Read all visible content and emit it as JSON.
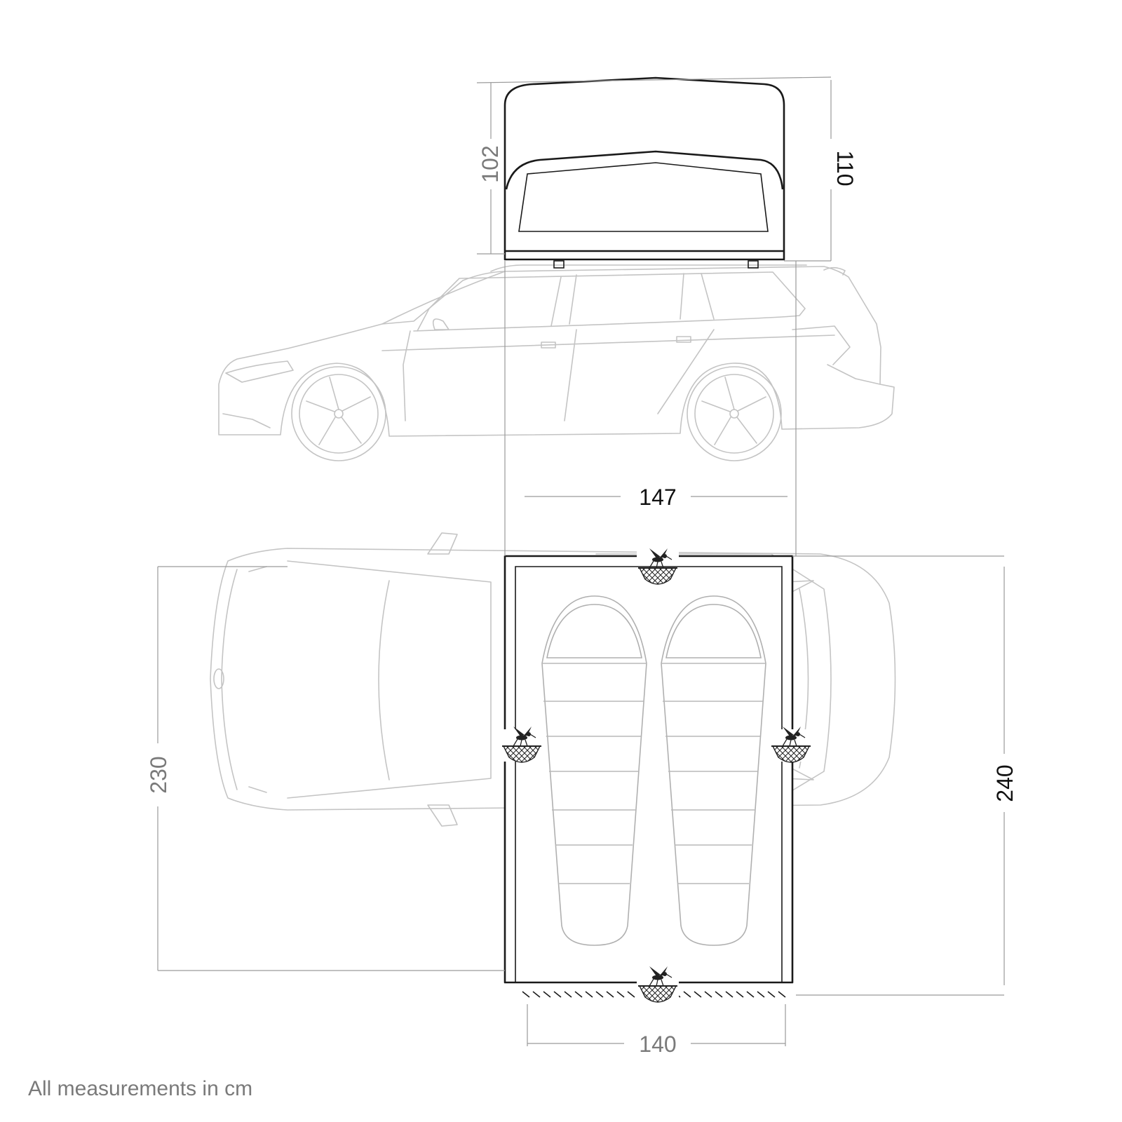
{
  "dimensions": {
    "roof_height_front": "102",
    "roof_height_rear": "110",
    "tent_width_top": "147",
    "car_length": "230",
    "tent_length": "240",
    "floor_width": "140"
  },
  "footnote": "All measurements in cm",
  "colors": {
    "outline": "#1a1a1a",
    "car_outline": "#c4c4c4",
    "dimension_line": "#9a9a9a",
    "label_grey": "#7a7a7a",
    "label_dark": "#111111"
  },
  "icons": [
    "mosquito-net-icon"
  ]
}
